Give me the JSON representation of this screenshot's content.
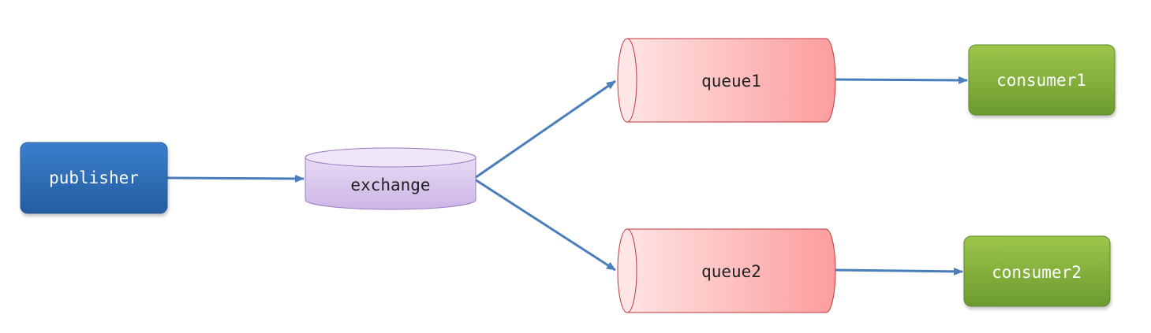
{
  "nodes": {
    "publisher": {
      "label": "publisher"
    },
    "exchange": {
      "label": "exchange"
    },
    "queue1": {
      "label": "queue1"
    },
    "queue2": {
      "label": "queue2"
    },
    "consumer1": {
      "label": "consumer1"
    },
    "consumer2": {
      "label": "consumer2"
    }
  },
  "colors": {
    "publisher": "#2e6db5",
    "exchange": "#d9c8ee",
    "queue": "#fba3a3",
    "consumer": "#7fad3c",
    "arrow": "#4a7ebb"
  }
}
